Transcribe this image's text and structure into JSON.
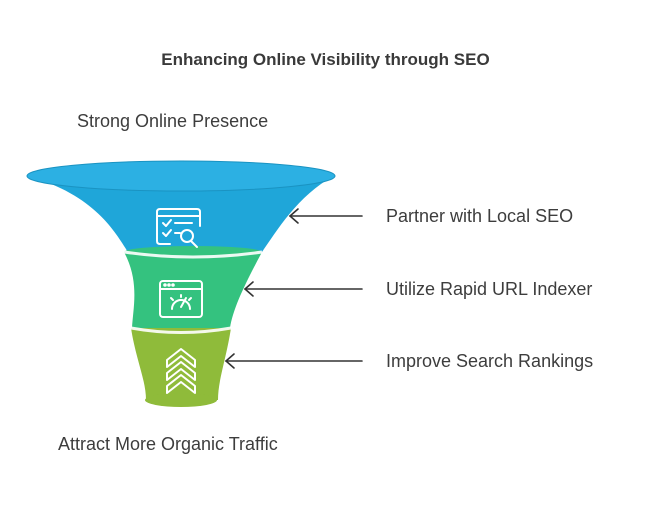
{
  "title": "Enhancing Online Visibility through SEO",
  "top_label": "Strong Online Presence",
  "bottom_label": "Attract More Organic Traffic",
  "stages": [
    {
      "label": "Partner with Local SEO",
      "icon": "checklist-search-icon",
      "color": "#1fa6d9"
    },
    {
      "label": "Utilize Rapid URL Indexer",
      "icon": "speed-gauge-window-icon",
      "color": "#34c27f"
    },
    {
      "label": "Improve Search Rankings",
      "icon": "chevrons-up-icon",
      "color": "#8fbb3a"
    }
  ],
  "colors": {
    "rim": "#1fa6d9",
    "arrow": "#333333",
    "icon_stroke": "#ffffff"
  }
}
